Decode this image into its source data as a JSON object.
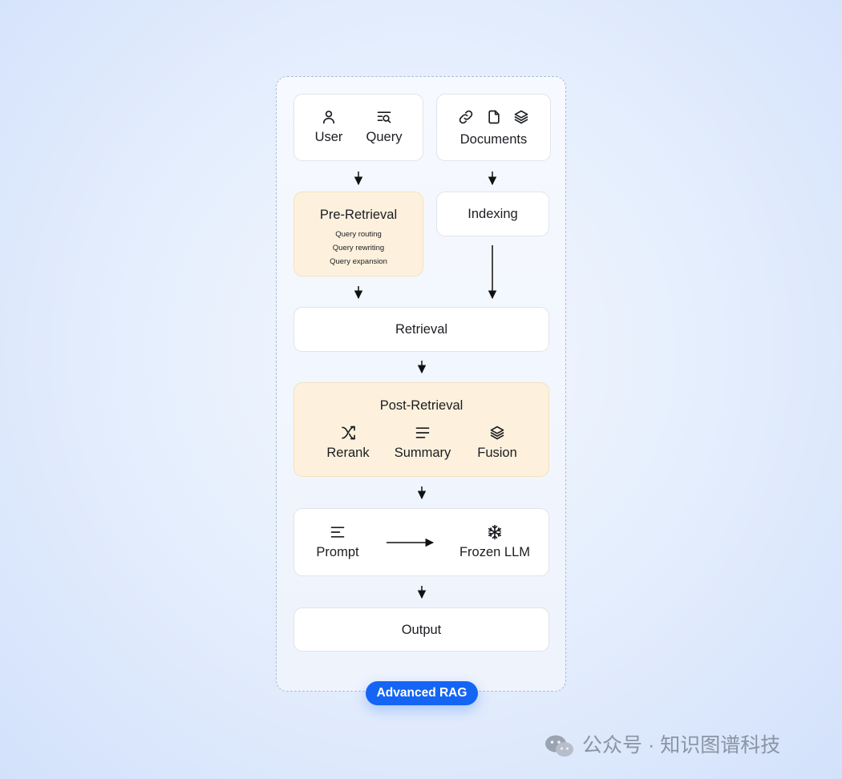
{
  "input": {
    "user_label": "User",
    "query_label": "Query",
    "documents_label": "Documents",
    "icons": [
      "user-icon",
      "search-list-icon",
      "link-icon",
      "file-icon",
      "layers-icon"
    ]
  },
  "pre_retrieval": {
    "title": "Pre-Retrieval",
    "items": [
      "Query routing",
      "Query rewriting",
      "Query expansion"
    ]
  },
  "indexing": {
    "title": "Indexing"
  },
  "retrieval": {
    "title": "Retrieval"
  },
  "post_retrieval": {
    "title": "Post-Retrieval",
    "items": [
      {
        "label": "Rerank",
        "icon": "shuffle-icon"
      },
      {
        "label": "Summary",
        "icon": "lines-icon"
      },
      {
        "label": "Fusion",
        "icon": "layers-icon"
      }
    ]
  },
  "generation": {
    "prompt_label": "Prompt",
    "llm_label": "Frozen LLM",
    "icons": [
      "align-left-icon",
      "snowflake-icon"
    ]
  },
  "output": {
    "title": "Output"
  },
  "badge": {
    "label": "Advanced RAG"
  },
  "watermark": {
    "text": "公众号 · 知识图谱科技"
  },
  "colors": {
    "accent": "#1565f4",
    "warm_box": "#fdf1dd",
    "box": "#ffffff",
    "background": "#dde8fc"
  }
}
